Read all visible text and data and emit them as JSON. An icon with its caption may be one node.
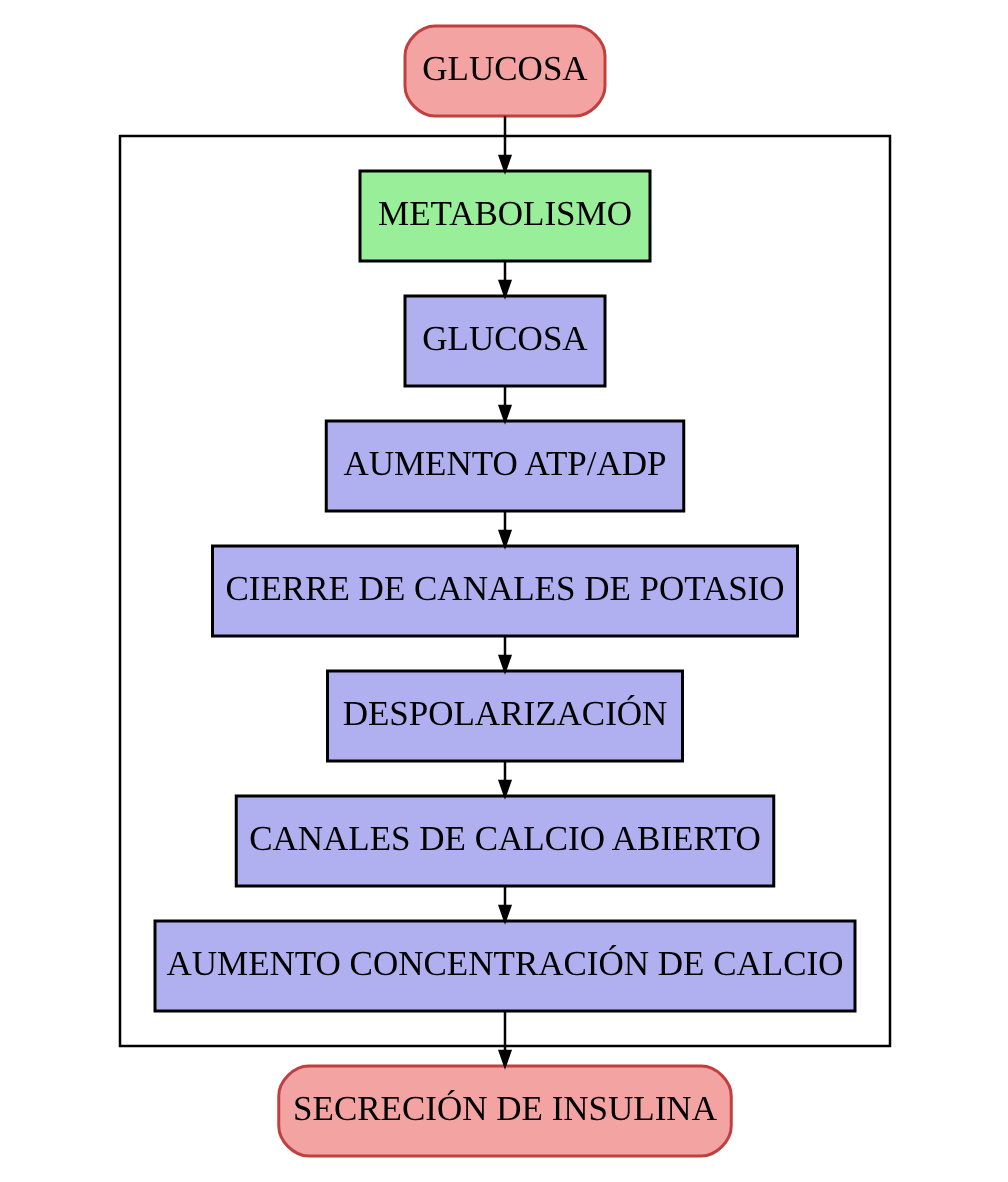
{
  "diagram": {
    "nodes": [
      {
        "text": [
          "GLUCOSA"
        ]
      },
      {
        "text": [],
        "shape": "box"
      },
      {
        "text": [
          "METABOLISMO"
        ],
        "in": 1
      },
      {
        "text": [
          "GLUCOSA"
        ],
        "in": 1
      },
      {
        "text": [
          "AUMENTO ATP/ADP"
        ],
        "in": 1
      },
      {
        "text": [
          "CIERRE DE CANALES DE POTASIO"
        ],
        "in": 1
      },
      {
        "text": [
          "DESPOLARIZACIÓN"
        ],
        "in": 1
      },
      {
        "text": [
          "CANALES DE CALCIO ABIERTO"
        ],
        "in": 1
      },
      {
        "text": [
          "AUMENTO CONCENTRACIÓN DE CALCIO"
        ],
        "in": 1
      },
      {
        "text": [
          "SECRECIÓN DE INSULINA"
        ]
      }
    ],
    "edges": [
      {
        "from": 0,
        "to": 2,
        "arrow": "to"
      },
      {
        "from": 2,
        "to": 3,
        "arrow": "to"
      },
      {
        "from": 3,
        "to": 4,
        "arrow": "to"
      },
      {
        "from": 4,
        "to": 5,
        "arrow": "to"
      },
      {
        "from": 5,
        "to": 6,
        "arrow": "to"
      },
      {
        "from": 6,
        "to": 7,
        "arrow": "to"
      },
      {
        "from": 7,
        "to": 8,
        "arrow": "to"
      },
      {
        "from": 8,
        "to": 9,
        "arrow": "to"
      }
    ]
  }
}
